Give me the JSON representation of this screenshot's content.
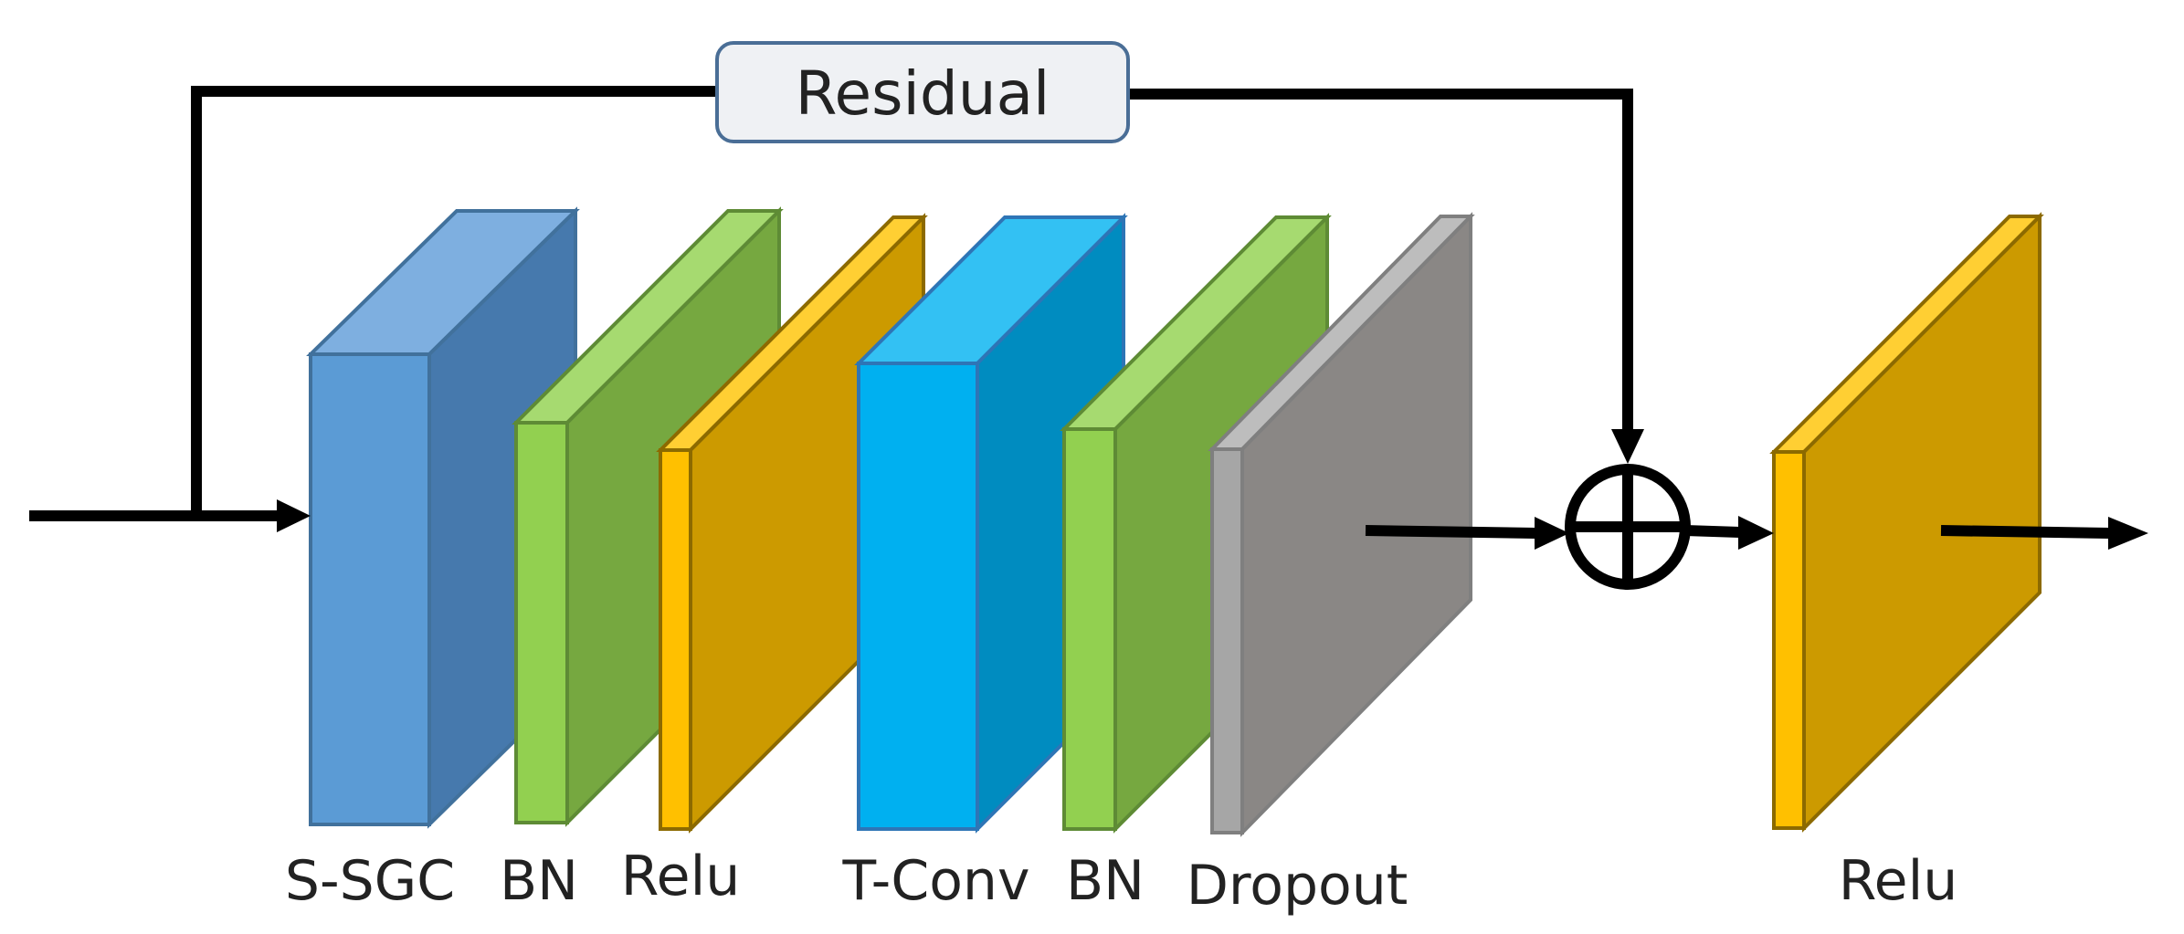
{
  "residual_label": "Residual",
  "layers": [
    {
      "label": "S-SGC",
      "colors": {
        "front": "#5B9BD5",
        "top": "#7EAFE0",
        "side": "#4679AD",
        "stroke": "#41719C"
      }
    },
    {
      "label": "BN",
      "colors": {
        "front": "#92D050",
        "top": "#A6DA70",
        "side": "#76A840",
        "stroke": "#5E8B35"
      }
    },
    {
      "label": "Relu",
      "colors": {
        "front": "#FFC000",
        "top": "#FFCF33",
        "side": "#CC9A00",
        "stroke": "#8C6A00"
      }
    },
    {
      "label": "T-Conv",
      "colors": {
        "front": "#00B0F0",
        "top": "#33C1F3",
        "side": "#008CC0",
        "stroke": "#2E75B6"
      }
    },
    {
      "label": "BN",
      "colors": {
        "front": "#92D050",
        "top": "#A6DA70",
        "side": "#76A840",
        "stroke": "#5E8B35"
      }
    },
    {
      "label": "Dropout",
      "colors": {
        "front": "#A6A6A6",
        "top": "#BDBDBD",
        "side": "#8A8785",
        "stroke": "#7F7F7F"
      }
    },
    {
      "label": "Relu",
      "colors": {
        "front": "#FFC000",
        "top": "#FFCF33",
        "side": "#CC9A00",
        "stroke": "#8C6A00"
      }
    }
  ]
}
